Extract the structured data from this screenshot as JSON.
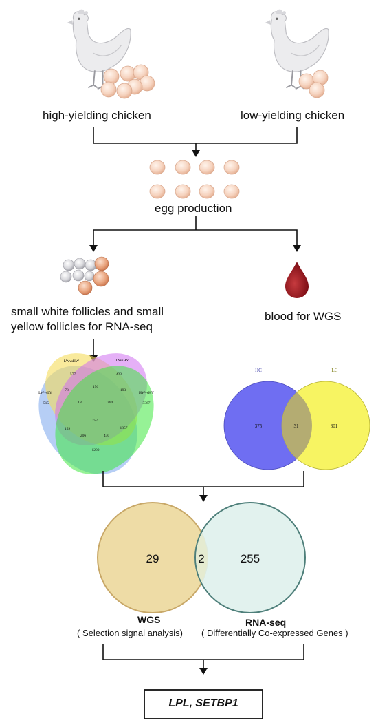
{
  "sources": {
    "high": "high-yielding chicken",
    "low": "low-yielding chicken"
  },
  "egg_production": "egg production",
  "branches": {
    "follicles_line1": "small white follicles and small",
    "follicles_line2": "yellow follicles for RNA-seq",
    "blood": "blood for WGS"
  },
  "venn4": {
    "set_labels": [
      "LWvsLY",
      "LWvsHW",
      "LYvsHY",
      "HWvsHY"
    ],
    "colors": [
      "#8fb4f0",
      "#f5dc5a",
      "#d070f0",
      "#3fe83f"
    ],
    "counts": [
      "515",
      "577",
      "423",
      "3367",
      "78",
      "18",
      "156",
      "193",
      "264",
      "257",
      "159",
      "206",
      "430",
      "1857",
      "1200"
    ]
  },
  "venn2_hc_lc": {
    "labels": [
      "HC",
      "LC"
    ],
    "label_colors": [
      "#2a2aa0",
      "#7a7a10"
    ],
    "colors": [
      "#6f6ef2",
      "#f7f462"
    ],
    "counts": [
      "375",
      "31",
      "301"
    ]
  },
  "venn2_final": {
    "counts": [
      "29",
      "2",
      "255"
    ],
    "left_title": "WGS",
    "left_sub": "( Selection signal analysis)",
    "right_title": "RNA-seq",
    "right_sub": "( Differentially Co-expressed Genes )"
  },
  "result": "LPL, SETBP1"
}
